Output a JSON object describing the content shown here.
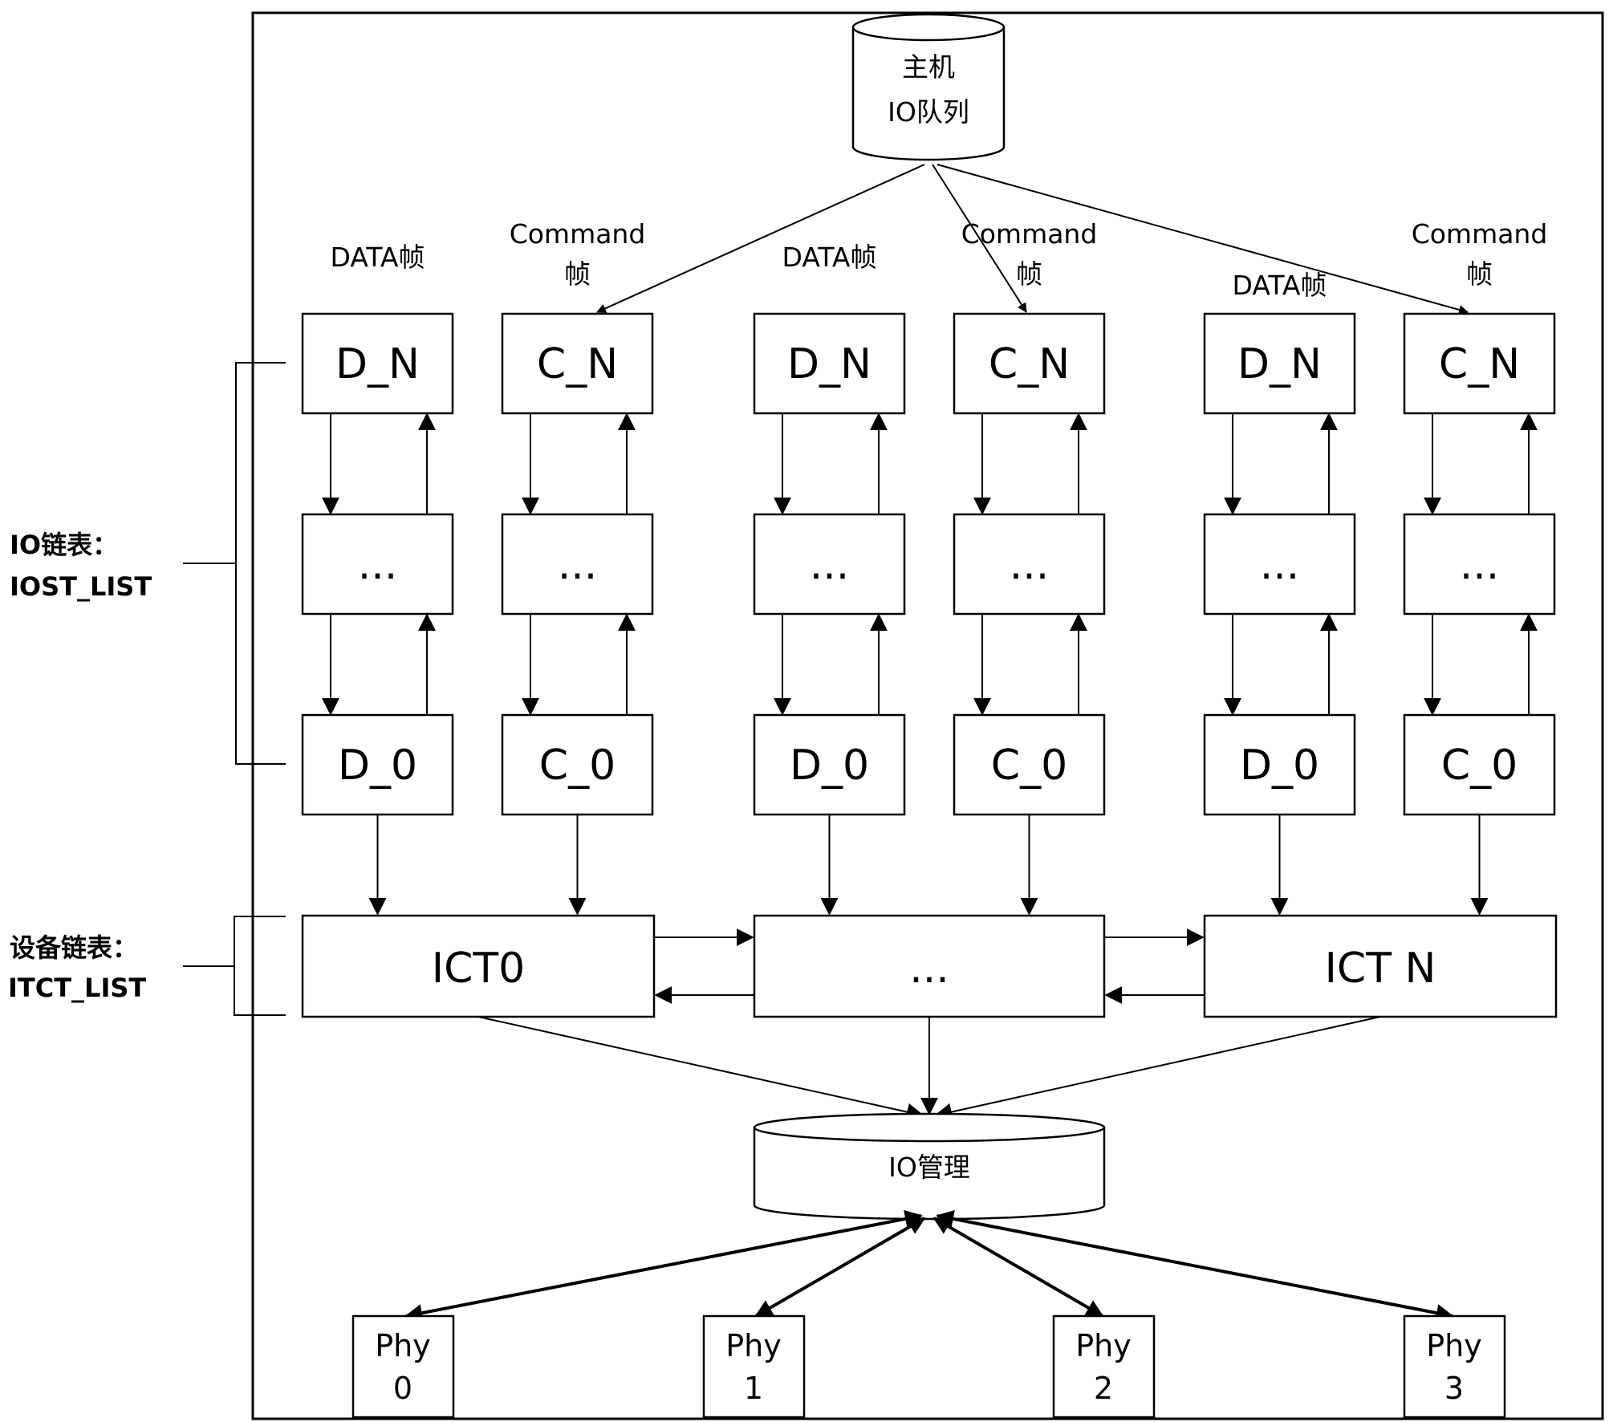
{
  "host_queue": {
    "line1": "主机",
    "line2": "IO队列"
  },
  "io_manager": {
    "label": "IO管理"
  },
  "side_labels": {
    "iost": {
      "line1": "IO链表：",
      "line2": "IOST_LIST"
    },
    "itct": {
      "line1": "设备链表：",
      "line2": "ITCT_LIST"
    }
  },
  "columns": [
    {
      "caption": [
        "DATA帧"
      ],
      "top": "D_N",
      "mid": "...",
      "bottom": "D_0"
    },
    {
      "caption": [
        "Command",
        "帧"
      ],
      "top": "C_N",
      "mid": "...",
      "bottom": "C_0"
    },
    {
      "caption": [
        "DATA帧"
      ],
      "top": "D_N",
      "mid": "...",
      "bottom": "D_0"
    },
    {
      "caption": [
        "Command",
        "帧"
      ],
      "top": "C_N",
      "mid": "...",
      "bottom": "C_0"
    },
    {
      "caption": [
        "DATA帧"
      ],
      "top": "D_N",
      "mid": "...",
      "bottom": "D_0"
    },
    {
      "caption": [
        "Command",
        "帧"
      ],
      "top": "C_N",
      "mid": "...",
      "bottom": "C_0"
    }
  ],
  "ict_nodes": [
    "ICT0",
    "...",
    "ICT N"
  ],
  "phys": [
    {
      "line1": "Phy",
      "line2": "0"
    },
    {
      "line1": "Phy",
      "line2": "1"
    },
    {
      "line1": "Phy",
      "line2": "2"
    },
    {
      "line1": "Phy",
      "line2": "3"
    }
  ]
}
